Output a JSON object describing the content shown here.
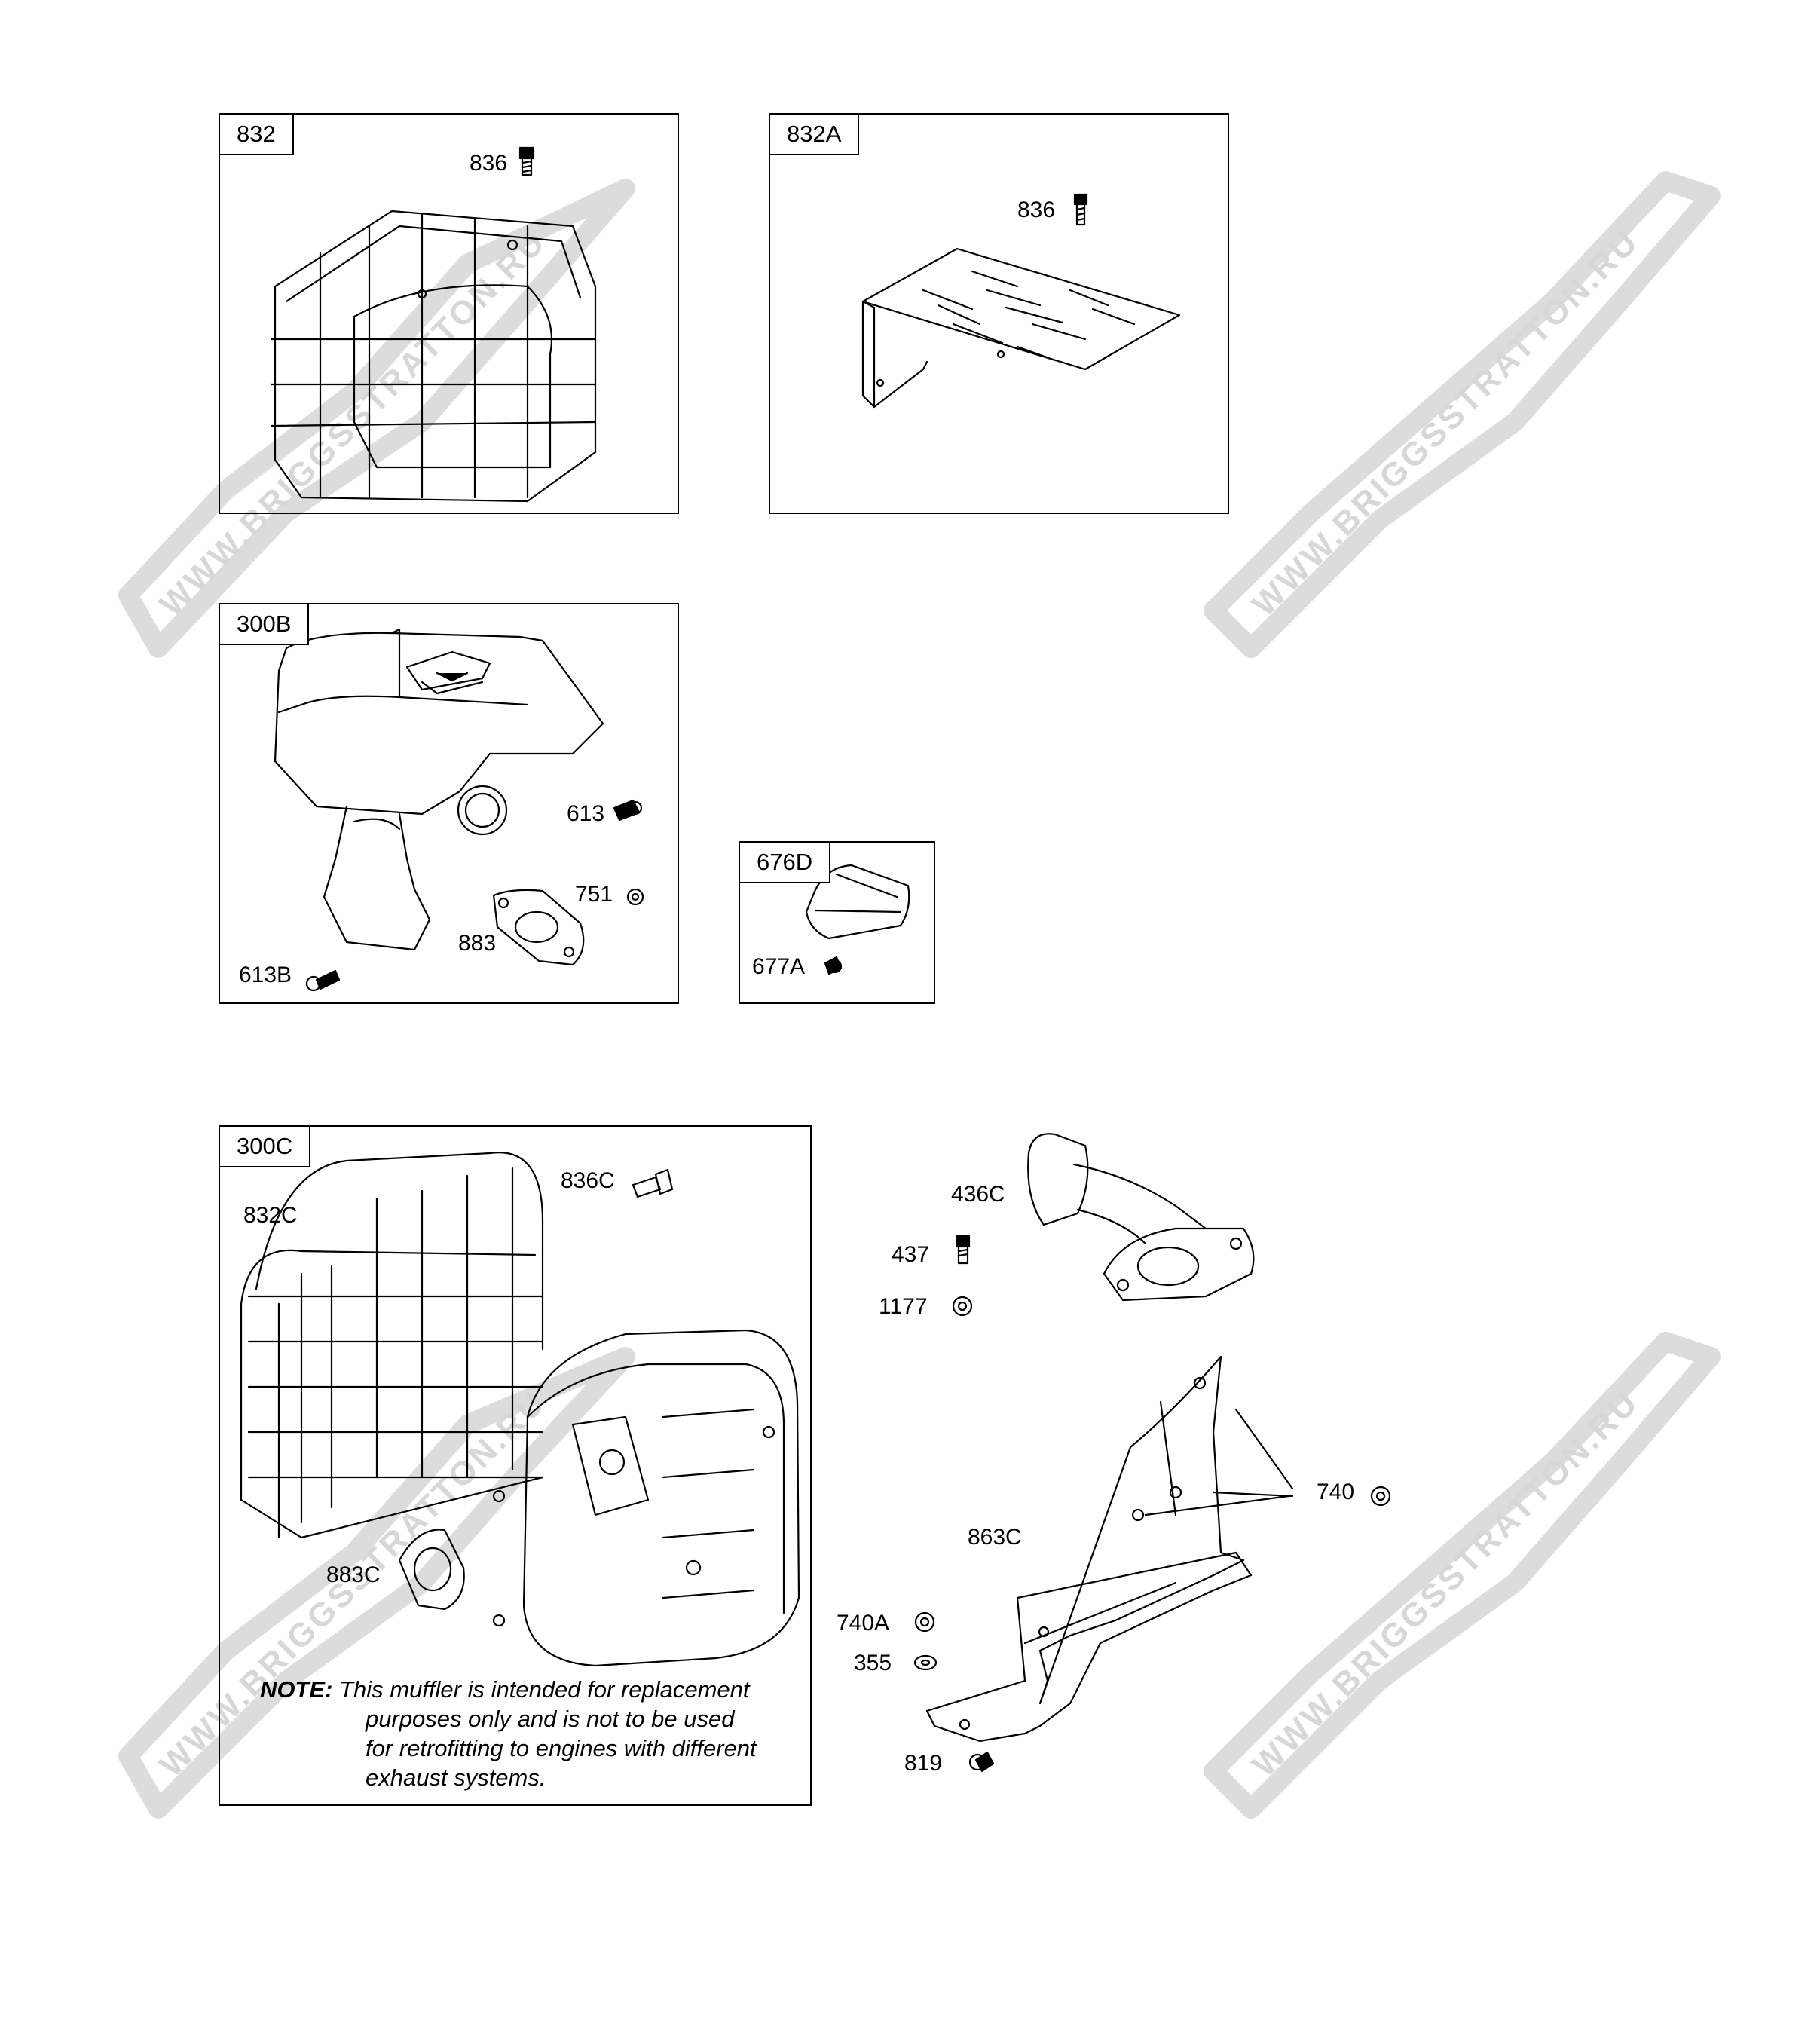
{
  "watermark": "WWW.BRIGGSSTRATTON.RU",
  "panels": {
    "p832": "832",
    "p832a": "832A",
    "p300b": "300B",
    "p676d": "676D",
    "p300c": "300C"
  },
  "parts": {
    "l836a": "836",
    "l836b": "836",
    "l613": "613",
    "l751": "751",
    "l883": "883",
    "l613b": "613B",
    "l677a": "677A",
    "l836c": "836C",
    "l832c": "832C",
    "l883c": "883C",
    "l436c": "436C",
    "l437": "437",
    "l1177": "1177",
    "l740": "740",
    "l863c": "863C",
    "l740a": "740A",
    "l355": "355",
    "l819": "819"
  },
  "note": {
    "prefix": "NOTE:",
    "line1": "This muffler is intended for replacement",
    "line2": "purposes only and is not to be used",
    "line3": "for retrofitting to engines with different",
    "line4": "exhaust systems."
  }
}
